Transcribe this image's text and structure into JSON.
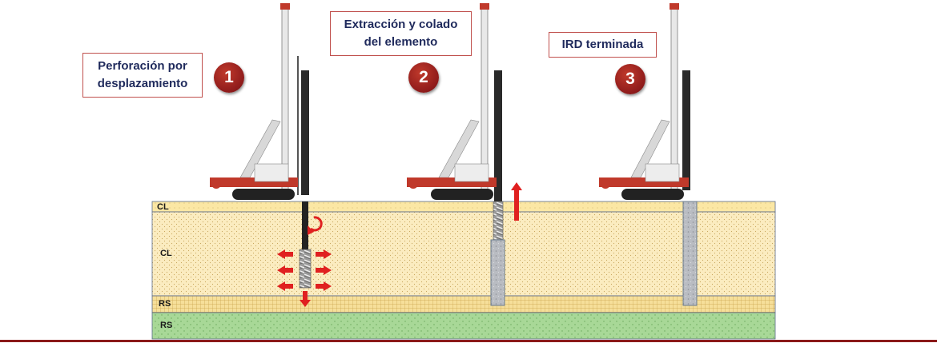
{
  "steps": [
    {
      "number": "1",
      "label_line1": "Perforación por",
      "label_line2": "desplazamiento"
    },
    {
      "number": "2",
      "label_line1": "Extracción y colado",
      "label_line2": "del elemento"
    },
    {
      "number": "3",
      "label_line1": "IRD terminada",
      "label_line2": ""
    }
  ],
  "soil_layers": [
    {
      "label": "CL"
    },
    {
      "label": "CL"
    },
    {
      "label": "RS"
    },
    {
      "label": "RS"
    }
  ],
  "colors": {
    "accent": "#c0504d",
    "step_circle": "#9b1c1c",
    "text_dark_blue": "#1f2a5c",
    "layer_top": "#fbe9a8",
    "layer_main": "#fbecc0",
    "layer_rs_grid": "#f4d98a",
    "layer_rs_bottom": "#a9d89a",
    "arrow_red": "#e02020"
  },
  "icons": {
    "rig": "drilling-rig-icon",
    "arrow": "red-arrow-icon",
    "rotation": "rotation-arrow-icon"
  }
}
